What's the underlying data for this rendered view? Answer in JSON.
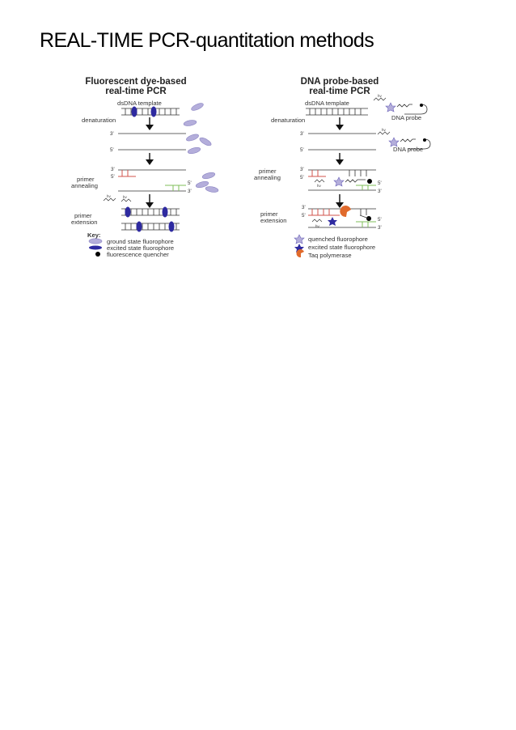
{
  "page": {
    "title": "REAL-TIME PCR-quantitation methods"
  },
  "left_panel": {
    "title_line1": "Fluorescent dye-based",
    "title_line2": "real-time PCR",
    "template_label": "dsDNA template",
    "step_denaturation": "denaturation",
    "step_annealing_1": "primer",
    "step_annealing_2": "annealing",
    "step_extension_1": "primer",
    "step_extension_2": "extension",
    "end_3": "3'",
    "end_5": "5'",
    "hv_a": "hν",
    "hv_b": "hν",
    "key_title": "Key:",
    "key_items": [
      "ground state fluorophore",
      "excited state fluorophore",
      "fluorescence quencher"
    ]
  },
  "right_panel": {
    "title_line1": "DNA probe-based",
    "title_line2": "real-time PCR",
    "template_label": "dsDNA template",
    "probe_label_1": "DNA probe",
    "probe_label_2": "DNA probe",
    "step_denaturation": "denaturation",
    "step_annealing_1": "primer",
    "step_annealing_2": "annealing",
    "step_extension_1": "primer",
    "step_extension_2": "extension",
    "end_3": "3'",
    "end_5": "5'",
    "hv": "hν",
    "key_items": [
      "quenched fluorophore",
      "excited state fluorophore",
      "Taq polymerase"
    ]
  },
  "colors": {
    "ground_fluor": "#b4aedb",
    "excited_fluor": "#2e2aa0",
    "quencher": "#000000",
    "taq": "#e06a2c",
    "primer_red": "#d0534b",
    "primer_green": "#7fbf5a"
  }
}
